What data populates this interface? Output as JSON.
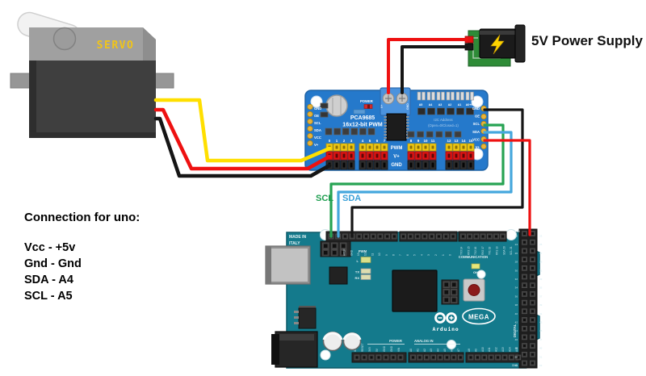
{
  "servo": {
    "label": "SERVO"
  },
  "pca9685": {
    "title_line1": "PCA9685",
    "title_line2": "16x12-bit PWM",
    "power_label": "POWER",
    "left_pads": [
      "GND",
      "OE",
      "SCL",
      "SDA",
      "VCC",
      "V+"
    ],
    "right_pads": [
      "GND",
      "OE",
      "SCL",
      "SDA",
      "VCC",
      "V+"
    ],
    "address_pads": [
      "A5",
      "A4",
      "A3",
      "A2",
      "A1",
      "A0+RW"
    ],
    "i2c_line1": "I2C Address",
    "i2c_line2": "(Open=0/Closed=1)",
    "terminal_vplus": "V+",
    "terminal_gnd": "GND",
    "channels": [
      "0",
      "1",
      "2",
      "3",
      "4",
      "5",
      "6",
      "7",
      "8",
      "9",
      "10",
      "11",
      "12",
      "13",
      "14",
      "15"
    ],
    "row_labels": [
      "PWM",
      "V+",
      "GND"
    ]
  },
  "power_supply": {
    "label": "5V Power Supply"
  },
  "wire_labels": {
    "scl": "SCL",
    "sda": "SDA"
  },
  "notes": {
    "title": "Connection for uno:",
    "lines": [
      "Vcc - +5v",
      "Gnd - Gnd",
      "SDA - A4",
      "SCL -  A5"
    ]
  },
  "arduino": {
    "made_in": "MADE IN",
    "italy": "ITALY",
    "pwm": "PWM",
    "l": "L",
    "tx": "TX",
    "rx": "RX",
    "on": "ON",
    "communication": "COMMUNICATION",
    "digital": "DIGITAL",
    "power": "POWER",
    "analog_in": "ANALOG IN",
    "brand": "Arduino",
    "model": "MEGA",
    "five_v": "5V",
    "gnd_label": "GND",
    "pwm_pin_labels": [
      "AREF",
      "GND",
      "13",
      "12",
      "11",
      "10",
      "9",
      "8"
    ],
    "digital_pin_labels": [
      "7",
      "6",
      "5",
      "4",
      "3",
      "2",
      "1",
      "0"
    ],
    "comm_pin_labels": [
      "TX3 14",
      "RX3 15",
      "TX2 16",
      "RX2 17",
      "TX1 18",
      "RX1 19",
      "SDA 20",
      "SCL 21"
    ],
    "power_pin_labels": [
      "IOREF",
      "RESET",
      "3V3",
      "5V",
      "GND",
      "GND",
      "VIN"
    ],
    "analog_pin_labels_1": [
      "A0",
      "A1",
      "A2",
      "A3",
      "A4",
      "A5",
      "A6",
      "A7"
    ],
    "analog_pin_labels_2": [
      "A8",
      "A9",
      "A10",
      "A11",
      "A12",
      "A13",
      "A14",
      "A15"
    ],
    "right_pins_left": [
      "22",
      "24",
      "26",
      "28",
      "30",
      "32",
      "34",
      "36",
      "38",
      "40",
      "42",
      "44",
      "46",
      "48",
      "50",
      "52"
    ],
    "right_pins_right": [
      "23",
      "25",
      "27",
      "29",
      "31",
      "33",
      "35",
      "37",
      "39",
      "41",
      "43",
      "45",
      "47",
      "49",
      "51",
      "53"
    ]
  },
  "colors": {
    "pca_board": "#2579cb",
    "arduino_board": "#147a8c",
    "psu_pcb": "#2e8b37",
    "wire_yellow": "#ffdf00",
    "wire_red": "#ee1111",
    "wire_black": "#151515",
    "wire_green": "#27a353",
    "wire_blue": "#45a7dd"
  }
}
